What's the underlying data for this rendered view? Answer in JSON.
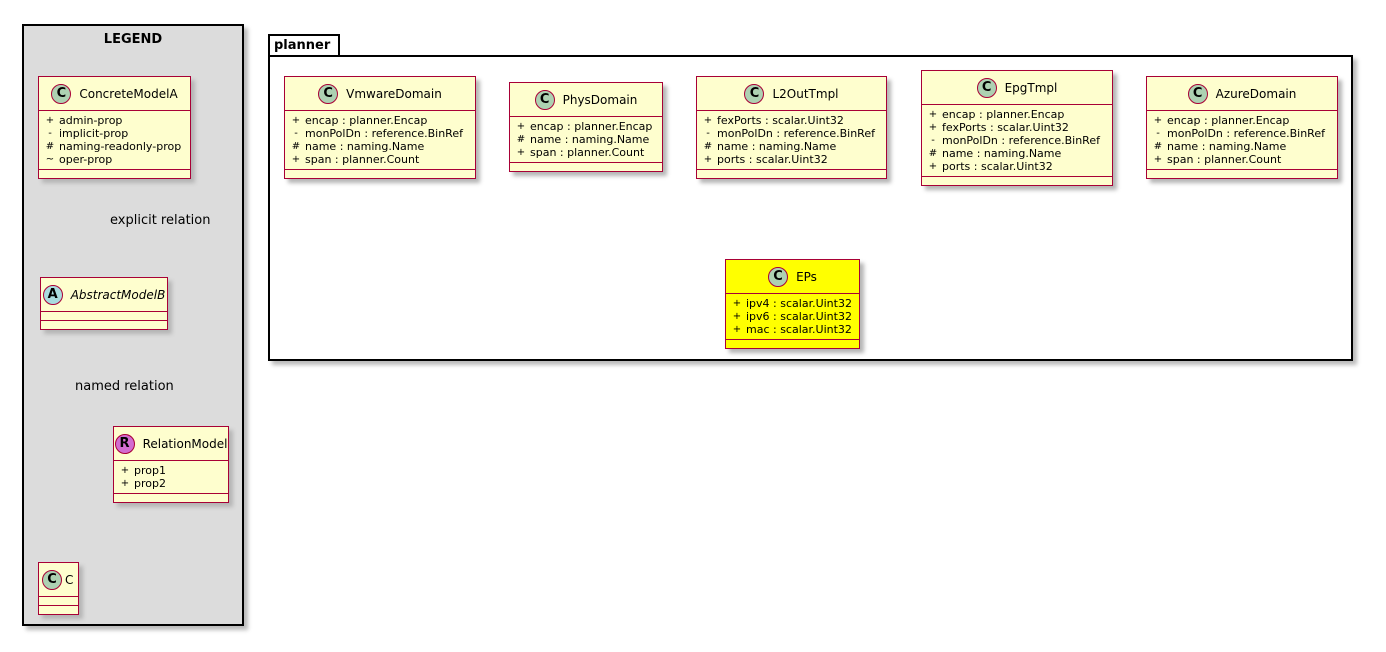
{
  "legend": {
    "title": "LEGEND",
    "concrete": {
      "name": "ConcreteModelA",
      "badge": "C",
      "attrs": [
        {
          "vis": "+",
          "text": "admin-prop"
        },
        {
          "vis": "-",
          "text": "implicit-prop"
        },
        {
          "vis": "#",
          "text": "naming-readonly-prop"
        },
        {
          "vis": "~",
          "text": "oper-prop"
        }
      ]
    },
    "explicit_label": "explicit relation",
    "abstract": {
      "name": "AbstractModelB",
      "badge": "A"
    },
    "named_label": "named relation",
    "relation": {
      "name": "RelationModel",
      "badge": "R",
      "attrs": [
        {
          "vis": "+",
          "text": "prop1"
        },
        {
          "vis": "+",
          "text": "prop2"
        }
      ]
    },
    "c": {
      "name": "C",
      "badge": "C"
    }
  },
  "package": {
    "name": "planner",
    "classes": {
      "vmware": {
        "name": "VmwareDomain",
        "badge": "C",
        "attrs": [
          {
            "vis": "+",
            "text": "encap : planner.Encap"
          },
          {
            "vis": "-",
            "text": "monPolDn : reference.BinRef"
          },
          {
            "vis": "#",
            "text": "name : naming.Name"
          },
          {
            "vis": "+",
            "text": "span : planner.Count"
          }
        ]
      },
      "phys": {
        "name": "PhysDomain",
        "badge": "C",
        "attrs": [
          {
            "vis": "+",
            "text": "encap : planner.Encap"
          },
          {
            "vis": "#",
            "text": "name : naming.Name"
          },
          {
            "vis": "+",
            "text": "span : planner.Count"
          }
        ]
      },
      "l2out": {
        "name": "L2OutTmpl",
        "badge": "C",
        "attrs": [
          {
            "vis": "+",
            "text": "fexPorts : scalar.Uint32"
          },
          {
            "vis": "-",
            "text": "monPolDn : reference.BinRef"
          },
          {
            "vis": "#",
            "text": "name : naming.Name"
          },
          {
            "vis": "+",
            "text": "ports : scalar.Uint32"
          }
        ]
      },
      "epg": {
        "name": "EpgTmpl",
        "badge": "C",
        "attrs": [
          {
            "vis": "+",
            "text": "encap : planner.Encap"
          },
          {
            "vis": "+",
            "text": "fexPorts : scalar.Uint32"
          },
          {
            "vis": "-",
            "text": "monPolDn : reference.BinRef"
          },
          {
            "vis": "#",
            "text": "name : naming.Name"
          },
          {
            "vis": "+",
            "text": "ports : scalar.Uint32"
          }
        ]
      },
      "azure": {
        "name": "AzureDomain",
        "badge": "C",
        "attrs": [
          {
            "vis": "+",
            "text": "encap : planner.Encap"
          },
          {
            "vis": "-",
            "text": "monPolDn : reference.BinRef"
          },
          {
            "vis": "#",
            "text": "name : naming.Name"
          },
          {
            "vis": "+",
            "text": "span : planner.Count"
          }
        ]
      },
      "eps": {
        "name": "EPs",
        "badge": "C",
        "highlight_color": "#ffff00",
        "attrs": [
          {
            "vis": "+",
            "text": "ipv4 : scalar.Uint32"
          },
          {
            "vis": "+",
            "text": "ipv6 : scalar.Uint32"
          },
          {
            "vis": "+",
            "text": "mac : scalar.Uint32"
          }
        ]
      }
    }
  },
  "colors": {
    "class_fill": "#fefece",
    "class_border": "#a80036",
    "legend_fill": "#dcdcdc",
    "highlight": "#ffff00"
  }
}
